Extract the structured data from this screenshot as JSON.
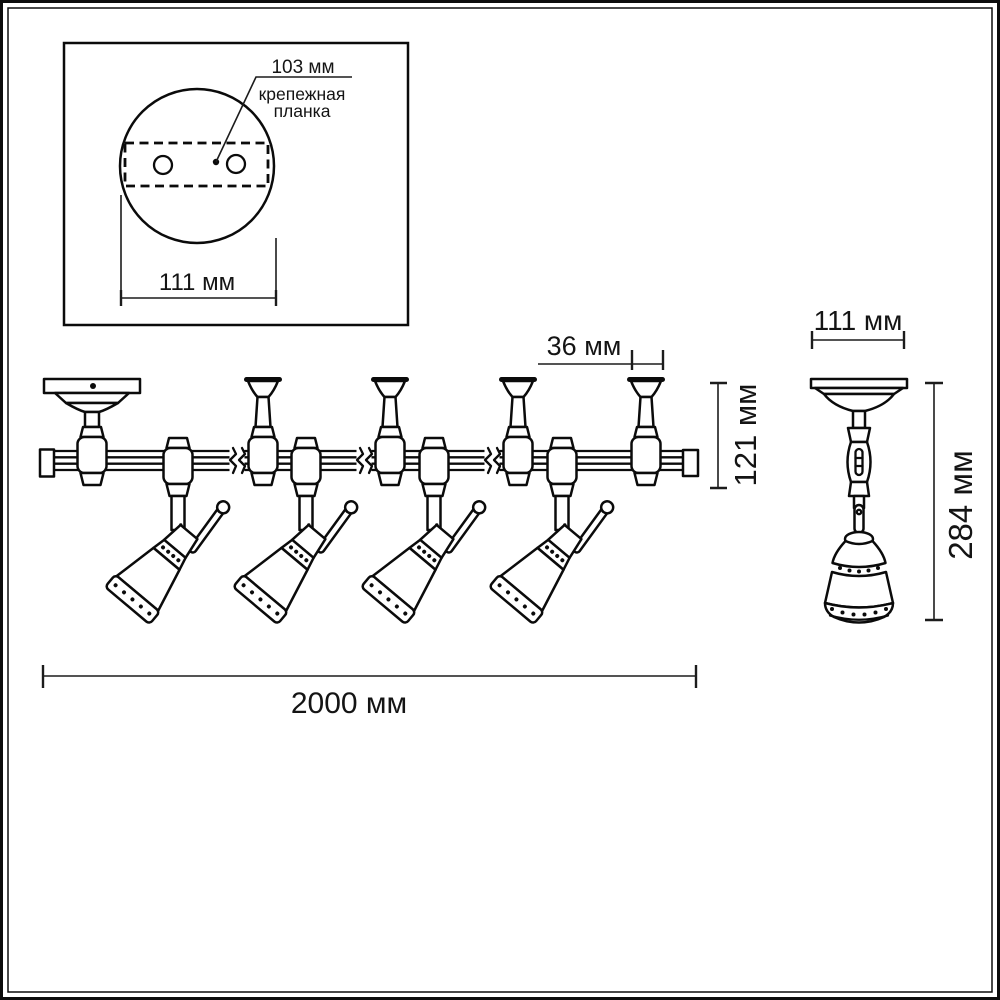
{
  "colors": {
    "ink": "#0b0b0b",
    "paper": "#ffffff"
  },
  "inset": {
    "plate_width_label": "103 мм",
    "callout_line1": "крепежная",
    "callout_line2": "планка",
    "diameter_label": "111 мм"
  },
  "track_view": {
    "connector_width_label": "36 мм",
    "height_label": "121 мм",
    "length_label": "2000 мм"
  },
  "spot_view": {
    "width_label": "111 мм",
    "height_label": "284 мм"
  }
}
